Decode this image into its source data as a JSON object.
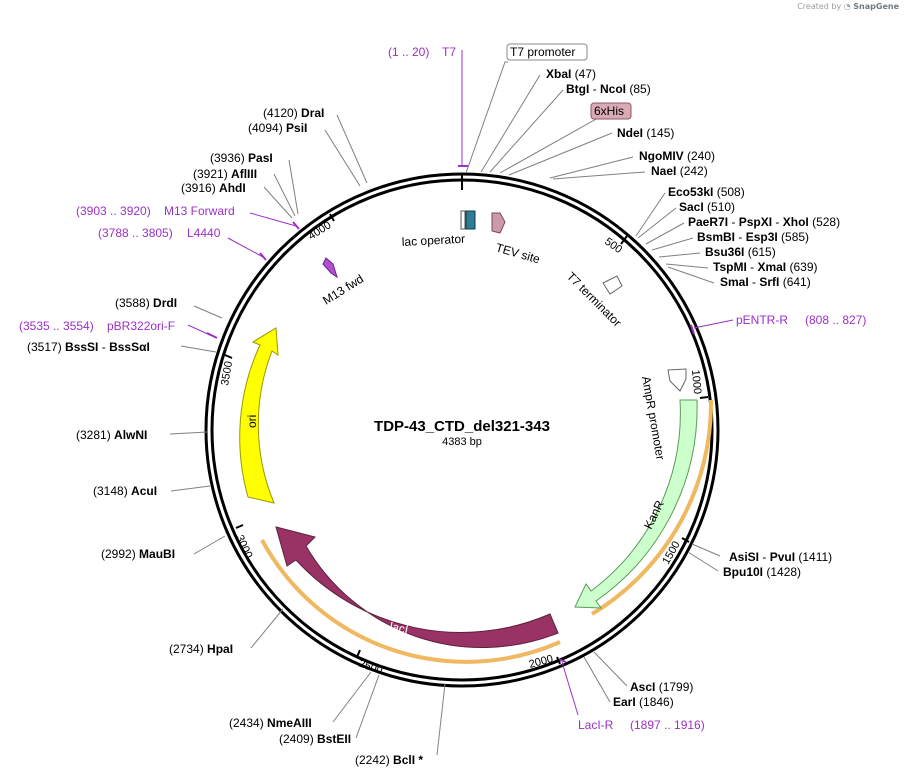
{
  "watermark": {
    "prefix": "Created by",
    "brand": "SnapGene"
  },
  "plasmid": {
    "name": "TDP-43_CTD_del321-343",
    "length": "4383 bp"
  },
  "top_labels": {
    "t7": "T7",
    "t7_range": "(1 .. 20)",
    "t7_promoter": "T7 promoter"
  },
  "right_labels": [
    {
      "parts": [
        "XbaI"
      ],
      "pos": "(47)"
    },
    {
      "parts": [
        "BtgI",
        "NcoI"
      ],
      "pos": "(85)"
    },
    {
      "parts": [
        "NdeI"
      ],
      "pos": "(145)"
    },
    {
      "parts": [
        "NgoMIV"
      ],
      "pos": "(240)"
    },
    {
      "parts": [
        "NaeI"
      ],
      "pos": "(242)"
    },
    {
      "parts": [
        "Eco53kI"
      ],
      "pos": "(508)"
    },
    {
      "parts": [
        "SacI"
      ],
      "pos": "(510)"
    },
    {
      "parts": [
        "PaeR7I",
        "PspXI",
        "XhoI"
      ],
      "pos": "(528)"
    },
    {
      "parts": [
        "BsmBI",
        "Esp3I"
      ],
      "pos": "(585)"
    },
    {
      "parts": [
        "Bsu36I"
      ],
      "pos": "(615)"
    },
    {
      "parts": [
        "TspMI",
        "XmaI"
      ],
      "pos": "(639)"
    },
    {
      "parts": [
        "SmaI",
        "SrfI"
      ],
      "pos": "(641)"
    }
  ],
  "his_tag": "6xHis",
  "pentr": {
    "name": "pENTR-R",
    "range": "(808 .. 827)"
  },
  "right_lower": [
    {
      "parts": [
        "AsiSI",
        "PvuI"
      ],
      "pos": "(1411)"
    },
    {
      "parts": [
        "Bpu10I"
      ],
      "pos": "(1428)"
    }
  ],
  "bottom_right": [
    {
      "parts": [
        "AscI"
      ],
      "pos": "(1799)"
    },
    {
      "parts": [
        "EarI"
      ],
      "pos": "(1846)"
    }
  ],
  "laci_r": {
    "name": "LacI-R",
    "range": "(1897 .. 1916)"
  },
  "bottom_left": [
    {
      "parts": [
        "BclI *"
      ],
      "pos": "(2242)"
    },
    {
      "parts": [
        "BstEII"
      ],
      "pos": "(2409)"
    },
    {
      "parts": [
        "NmeAIII"
      ],
      "pos": "(2434)"
    },
    {
      "parts": [
        "HpaI"
      ],
      "pos": "(2734)"
    }
  ],
  "left_labels": [
    {
      "parts": [
        "MauBI"
      ],
      "pos": "(2992)"
    },
    {
      "parts": [
        "AcuI"
      ],
      "pos": "(3148)"
    },
    {
      "parts": [
        "AlwNI"
      ],
      "pos": "(3281)"
    },
    {
      "parts": [
        "BssSI",
        "BssSαI"
      ],
      "pos": "(3517)"
    },
    {
      "parts": [
        "DrdI"
      ],
      "pos": "(3588)"
    },
    {
      "parts": [
        "AhdI"
      ],
      "pos": "(3916)"
    },
    {
      "parts": [
        "AflIII"
      ],
      "pos": "(3921)"
    },
    {
      "parts": [
        "PasI"
      ],
      "pos": "(3936)"
    },
    {
      "parts": [
        "PsiI"
      ],
      "pos": "(4094)"
    },
    {
      "parts": [
        "DraI"
      ],
      "pos": "(4120)"
    }
  ],
  "left_primers": [
    {
      "name": "pBR322ori-F",
      "range": "(3535 .. 3554)"
    },
    {
      "name": "L4440",
      "range": "(3788 .. 3805)"
    },
    {
      "name": "M13 Forward",
      "range": "(3903 .. 3920)"
    }
  ],
  "features": {
    "lac_operator": "lac operator",
    "tev_site": "TEV site",
    "t7_terminator": "T7 terminator",
    "m13_fwd": "M13 fwd",
    "ampr_promoter": "AmpR promoter",
    "kanr": "KanR",
    "laci": "lacI",
    "ori": "ori"
  },
  "ticks": [
    "500",
    "1000",
    "1500",
    "2000",
    "2500",
    "3000",
    "3500",
    "4000"
  ],
  "colors": {
    "kanr": "#ccffcc",
    "laci": "#993366",
    "ori": "#ffff00",
    "primer": "#9b30c7",
    "lac_operator": "#2e7d93",
    "tev_site": "#cc99aa",
    "his_tag": "#d9aab5",
    "highlight": "#f0b860"
  }
}
